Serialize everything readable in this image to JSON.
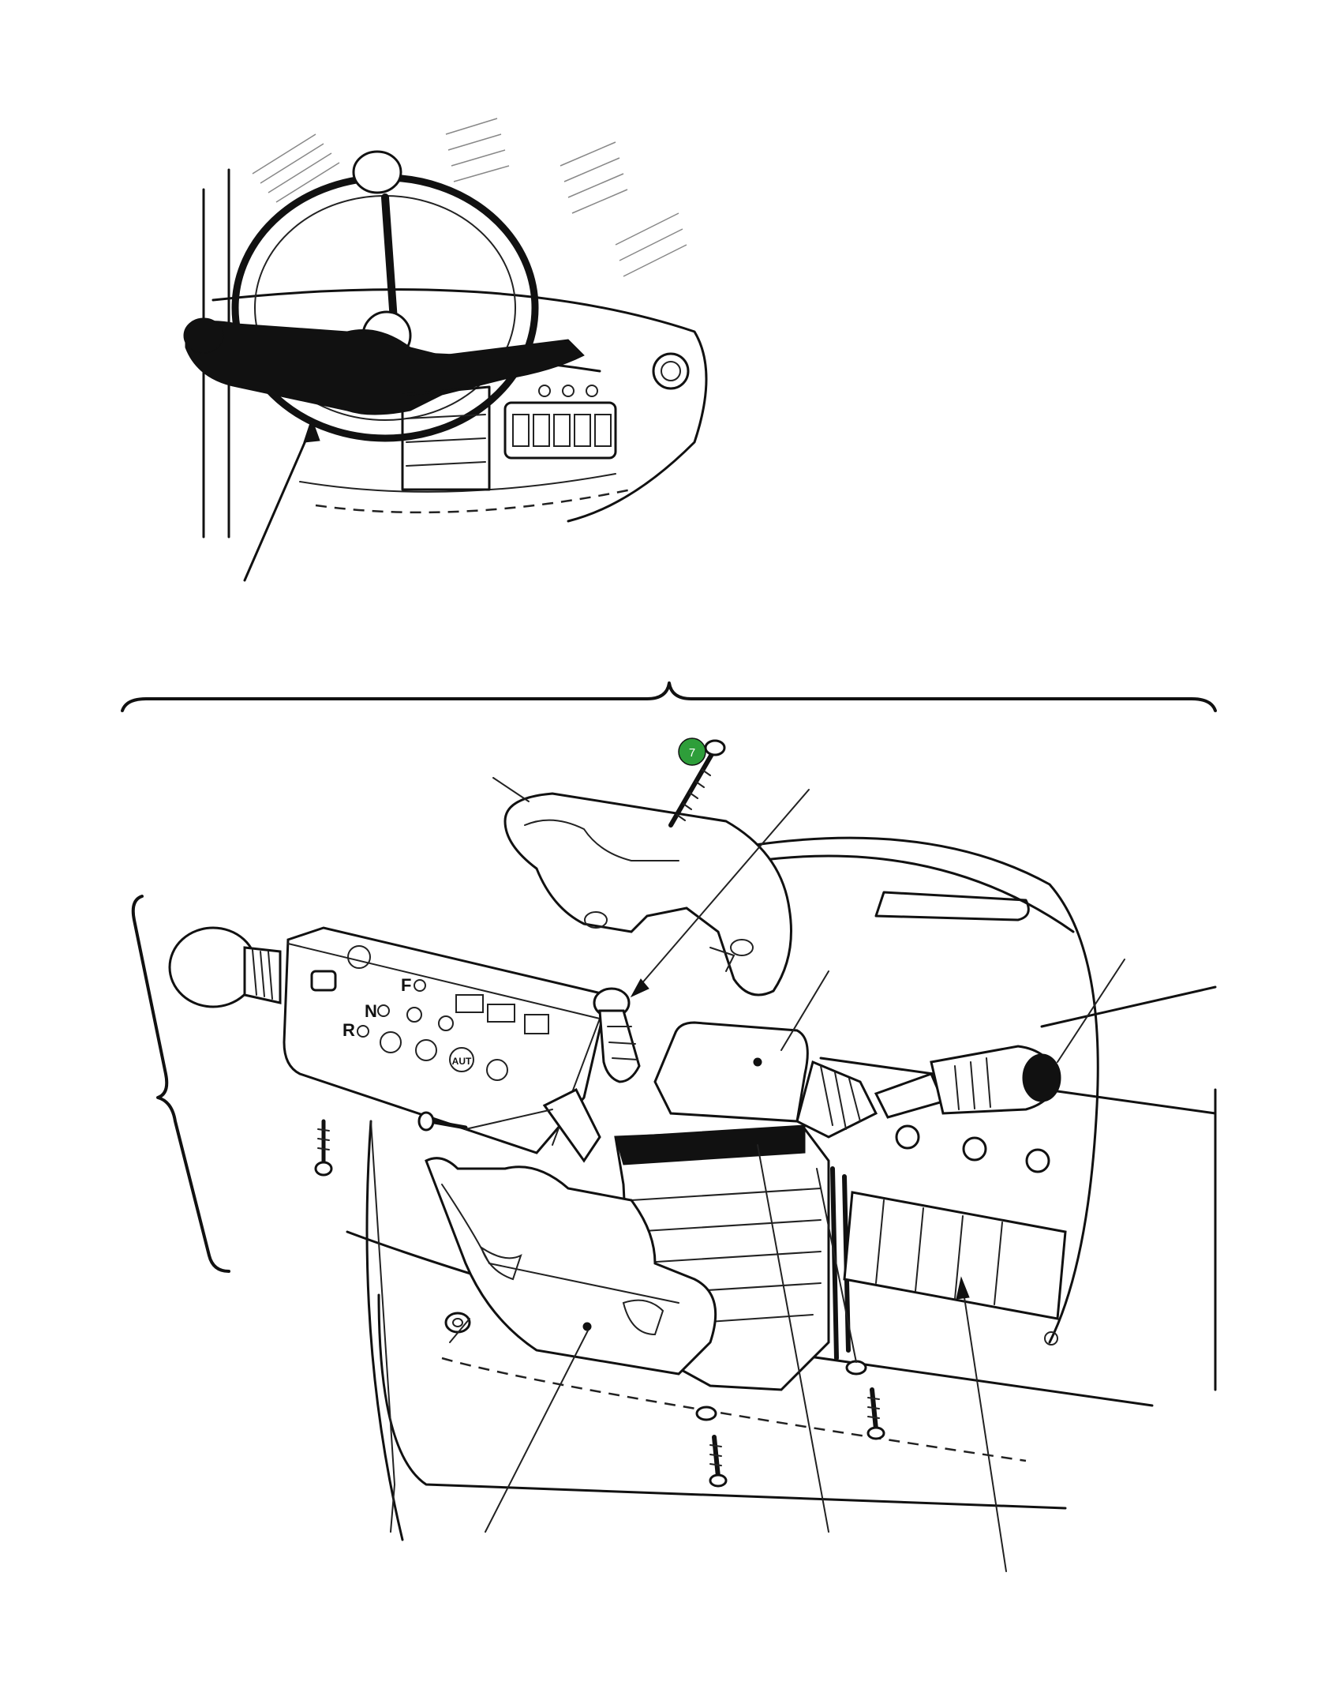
{
  "figure": {
    "panel_letters": {
      "forward": "F",
      "neutral": "N",
      "reverse": "R"
    },
    "panel_buttons": {
      "auto": "AUT"
    },
    "callout_badge": {
      "number": "7",
      "color": "#2e9e3a"
    },
    "colors": {
      "line": "#111111",
      "background": "#ffffff"
    }
  }
}
